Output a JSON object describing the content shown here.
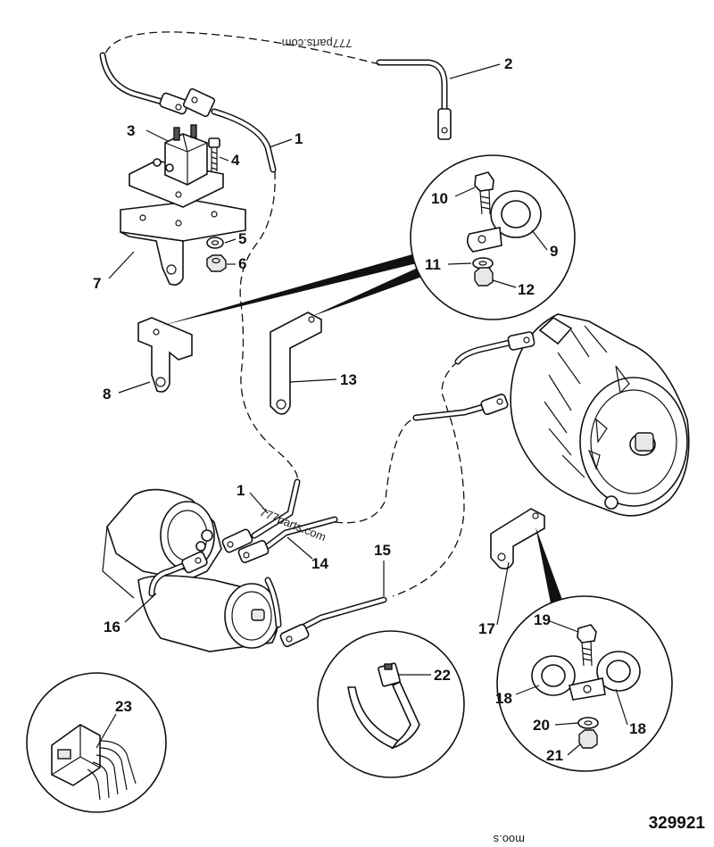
{
  "diagram": {
    "figure_number": "329921",
    "watermarks": [
      "777parts.com",
      "777parts.com",
      "moo.s"
    ],
    "callouts": [
      {
        "id": "c1a",
        "label": "1"
      },
      {
        "id": "c1b",
        "label": "1"
      },
      {
        "id": "c2",
        "label": "2"
      },
      {
        "id": "c3",
        "label": "3"
      },
      {
        "id": "c4",
        "label": "4"
      },
      {
        "id": "c5",
        "label": "5"
      },
      {
        "id": "c6",
        "label": "6"
      },
      {
        "id": "c7",
        "label": "7"
      },
      {
        "id": "c8",
        "label": "8"
      },
      {
        "id": "c9",
        "label": "9"
      },
      {
        "id": "c10",
        "label": "10"
      },
      {
        "id": "c11",
        "label": "11"
      },
      {
        "id": "c12",
        "label": "12"
      },
      {
        "id": "c13",
        "label": "13"
      },
      {
        "id": "c14",
        "label": "14"
      },
      {
        "id": "c15",
        "label": "15"
      },
      {
        "id": "c16",
        "label": "16"
      },
      {
        "id": "c17",
        "label": "17"
      },
      {
        "id": "c18a",
        "label": "18"
      },
      {
        "id": "c18b",
        "label": "18"
      },
      {
        "id": "c19",
        "label": "19"
      },
      {
        "id": "c20",
        "label": "20"
      },
      {
        "id": "c21",
        "label": "21"
      },
      {
        "id": "c22",
        "label": "22"
      },
      {
        "id": "c23",
        "label": "23"
      }
    ]
  }
}
